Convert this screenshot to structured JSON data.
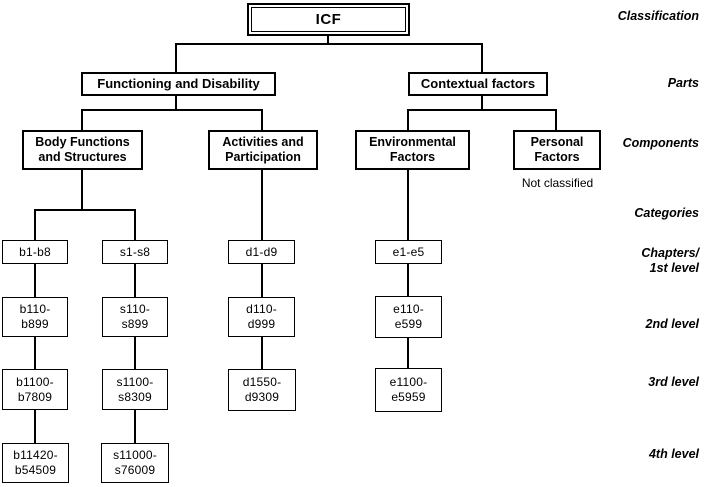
{
  "figure": {
    "root": "ICF",
    "parts": {
      "functioning": "Functioning and Disability",
      "contextual": "Contextual factors"
    },
    "components": {
      "body_functions": {
        "line1": "Body Functions",
        "line2": "and Structures"
      },
      "activities": {
        "line1": "Activities and",
        "line2": "Participation"
      },
      "environmental": {
        "line1": "Environmental",
        "line2": "Factors"
      },
      "personal": {
        "line1": "Personal",
        "line2": "Factors"
      },
      "personal_note": "Not classified"
    },
    "chapters": {
      "b": "b1-b8",
      "s": "s1-s8",
      "d": "d1-d9",
      "e": "e1-e5"
    },
    "level2": {
      "b": {
        "line1": "b110-",
        "line2": "b899"
      },
      "s": {
        "line1": "s110-",
        "line2": "s899"
      },
      "d": {
        "line1": "d110-",
        "line2": "d999"
      },
      "e": {
        "line1": "e110-",
        "line2": "e599"
      }
    },
    "level3": {
      "b": {
        "line1": "b1100-",
        "line2": "b7809"
      },
      "s": {
        "line1": "s1100-",
        "line2": "s8309"
      },
      "d": {
        "line1": "d1550-",
        "line2": "d9309"
      },
      "e": {
        "line1": "e1100-",
        "line2": "e5959"
      }
    },
    "level4": {
      "b": {
        "line1": "b11420-",
        "line2": "b54509"
      },
      "s": {
        "line1": "s11000-",
        "line2": "s76009"
      }
    },
    "side_labels": {
      "classification": "Classification",
      "parts": "Parts",
      "components": "Components",
      "categories": "Categories",
      "chapters_1": "Chapters/",
      "chapters_2": "1st level",
      "level2": "2nd level",
      "level3": "3rd level",
      "level4": "4th level"
    },
    "colors": {
      "line": "#000000",
      "background": "#ffffff"
    }
  }
}
